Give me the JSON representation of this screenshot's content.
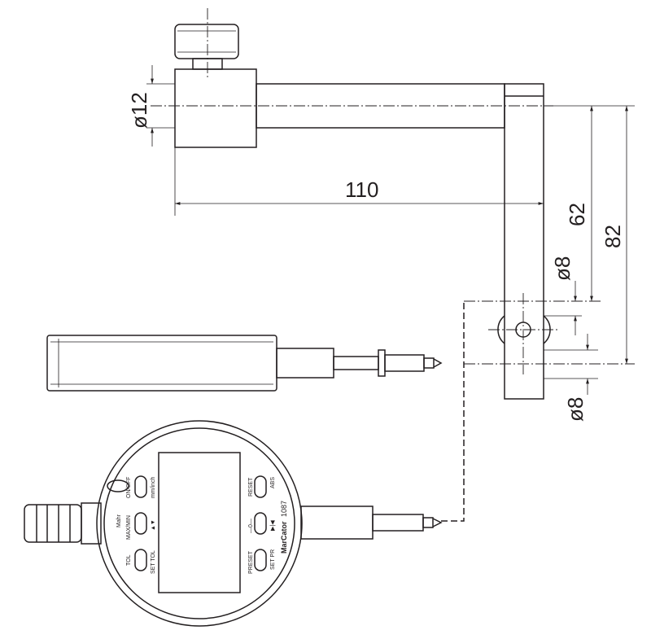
{
  "dimensions": {
    "rod_diameter": "ø12",
    "arm_length": "110",
    "height_62": "62",
    "height_82": "82",
    "hole_diameter_upper": "ø8",
    "hole_diameter_lower": "ø8"
  },
  "gauge": {
    "brand": "Mahr",
    "model": "MarCator",
    "model_number": "1087",
    "buttons": {
      "on_off": "ON/OFF",
      "mm_inch": "mm/inch",
      "max_min": "MAX/MIN",
      "max_min_sub": "▲▼",
      "tol": "TOL",
      "set_tol": "SET TOL",
      "reset": "RESET",
      "abs": "ABS",
      "zero": "—0—",
      "zero_sub": "▶|◀",
      "preset": "PRESET",
      "set_pr": "SET PR"
    }
  }
}
